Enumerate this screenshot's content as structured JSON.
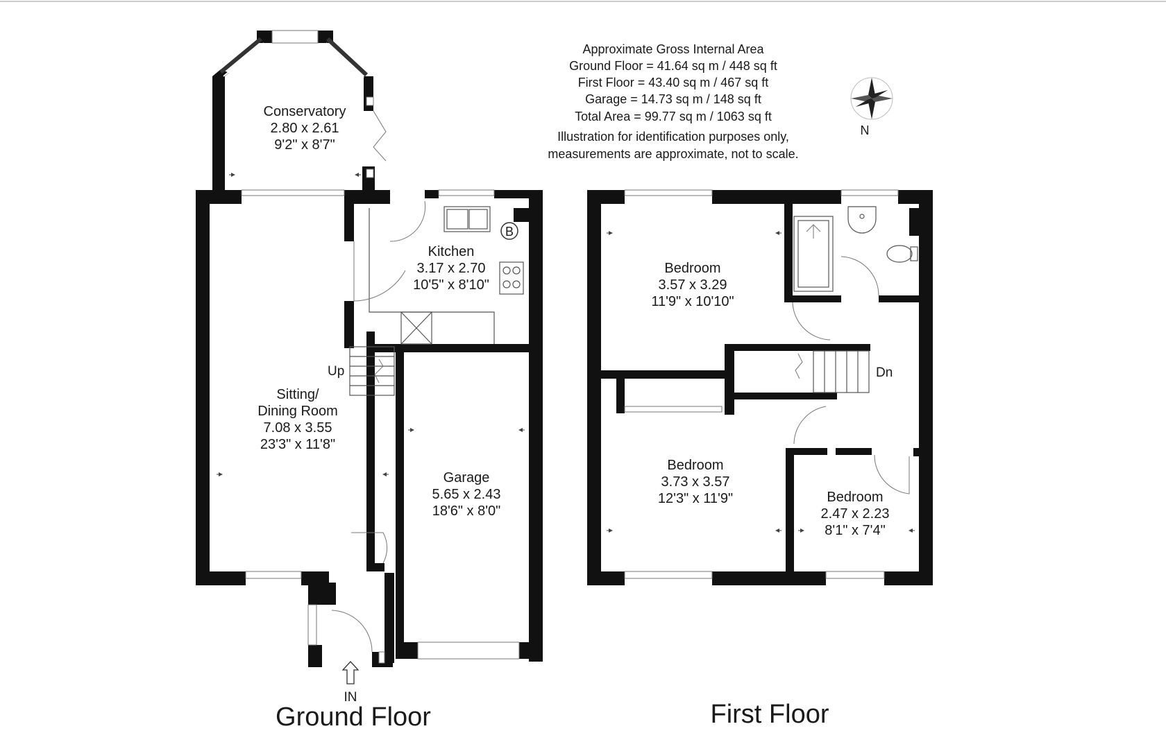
{
  "area_info": {
    "title": "Approximate Gross Internal Area",
    "ground_floor": "Ground Floor = 41.64 sq m / 448 sq ft",
    "first_floor": "First Floor = 43.40 sq m / 467 sq ft",
    "garage": "Garage = 14.73 sq m / 148 sq ft",
    "total": "Total Area = 99.77 sq m / 1063 sq ft",
    "disclaimer_1": "Illustration for identification purposes only,",
    "disclaimer_2": "measurements are approximate, not to scale."
  },
  "compass": {
    "label": "N",
    "icon": "compass-rose-icon"
  },
  "ground_floor": {
    "title": "Ground Floor",
    "entrance_label": "IN",
    "stairs_label": "Up",
    "boiler_label": "B",
    "rooms": {
      "conservatory": {
        "name": "Conservatory",
        "metric": "2.80 x 2.61",
        "imperial": "9'2\" x 8'7\""
      },
      "kitchen": {
        "name": "Kitchen",
        "metric": "3.17 x 2.70",
        "imperial": "10'5\" x 8'10\""
      },
      "sitting": {
        "name_1": "Sitting/",
        "name_2": "Dining Room",
        "metric": "7.08 x 3.55",
        "imperial": "23'3\" x 11'8\""
      },
      "garage": {
        "name": "Garage",
        "metric": "5.65 x 2.43",
        "imperial": "18'6\" x 8'0\""
      }
    }
  },
  "first_floor": {
    "title": "First Floor",
    "stairs_label": "Dn",
    "rooms": {
      "bedroom1": {
        "name": "Bedroom",
        "metric": "3.57 x 3.29",
        "imperial": "11'9\" x 10'10\""
      },
      "bedroom2": {
        "name": "Bedroom",
        "metric": "3.73 x 3.57",
        "imperial": "12'3\" x 11'9\""
      },
      "bedroom3": {
        "name": "Bedroom",
        "metric": "2.47 x 2.23",
        "imperial": "8'1\" x 7'4\""
      }
    }
  }
}
